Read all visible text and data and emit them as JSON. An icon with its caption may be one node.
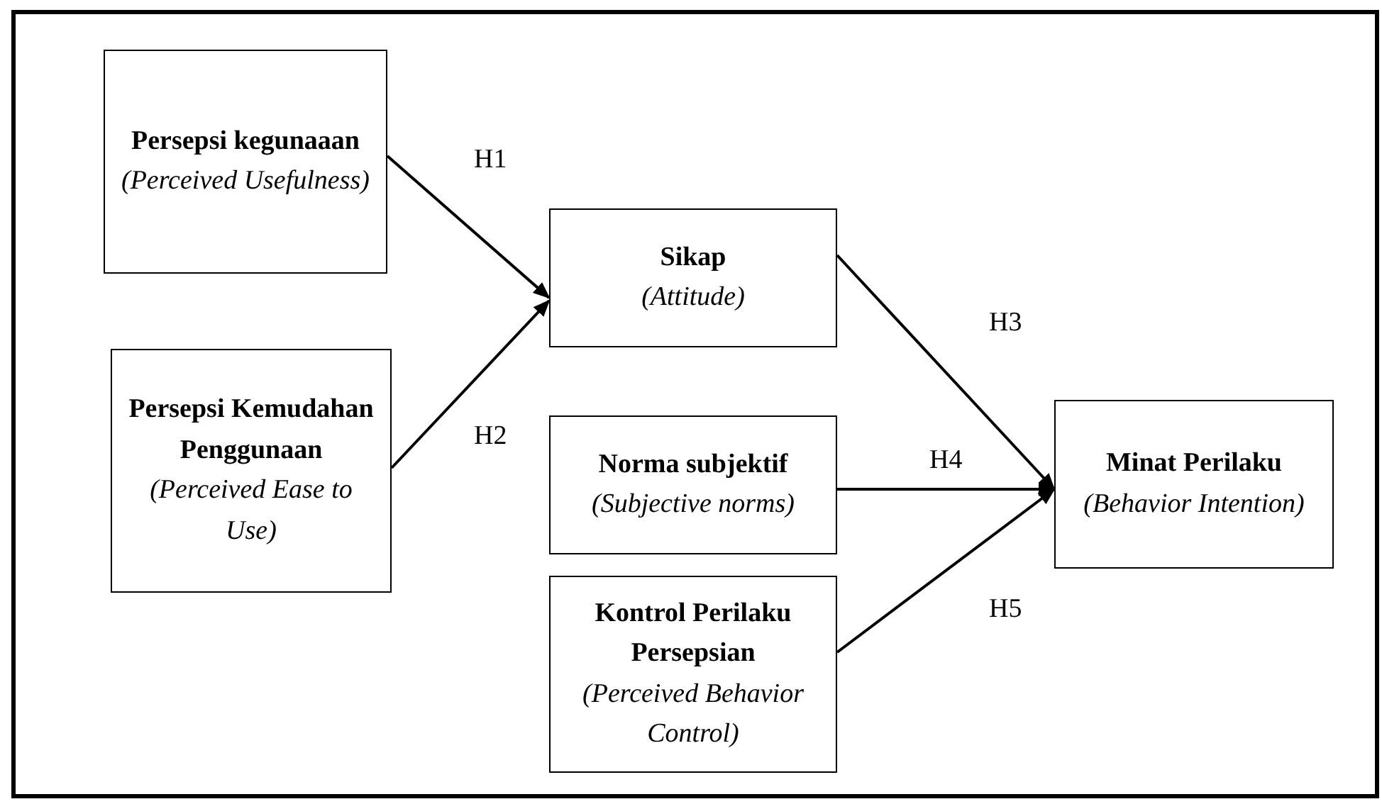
{
  "diagram": {
    "nodes": [
      {
        "text": [
          "Persepsi kegunaaan",
          "(Perceived Usefulness)"
        ]
      },
      {
        "text": [
          "Persepsi Kemudahan Penggunaan",
          "(Perceived Ease to Use)"
        ]
      },
      {
        "text": [
          "Sikap",
          "(Attitude)"
        ]
      },
      {
        "text": [
          "Norma subjektif",
          "(Subjective norms)"
        ]
      },
      {
        "text": [
          "Kontrol Perilaku Persepsian",
          "(Perceived Behavior Control)"
        ]
      },
      {
        "text": [
          "Minat Perilaku",
          "(Behavior Intention)"
        ]
      }
    ],
    "edges": [
      {
        "from": 0,
        "to": 2,
        "arrow": "to",
        "label": "H1"
      },
      {
        "from": 1,
        "to": 2,
        "arrow": "to",
        "label": "H2"
      },
      {
        "from": 2,
        "to": 5,
        "arrow": "to",
        "label": "H3"
      },
      {
        "from": 3,
        "to": 5,
        "arrow": "to",
        "label": "H4"
      },
      {
        "from": 4,
        "to": 5,
        "arrow": "to",
        "label": "H5"
      }
    ]
  }
}
